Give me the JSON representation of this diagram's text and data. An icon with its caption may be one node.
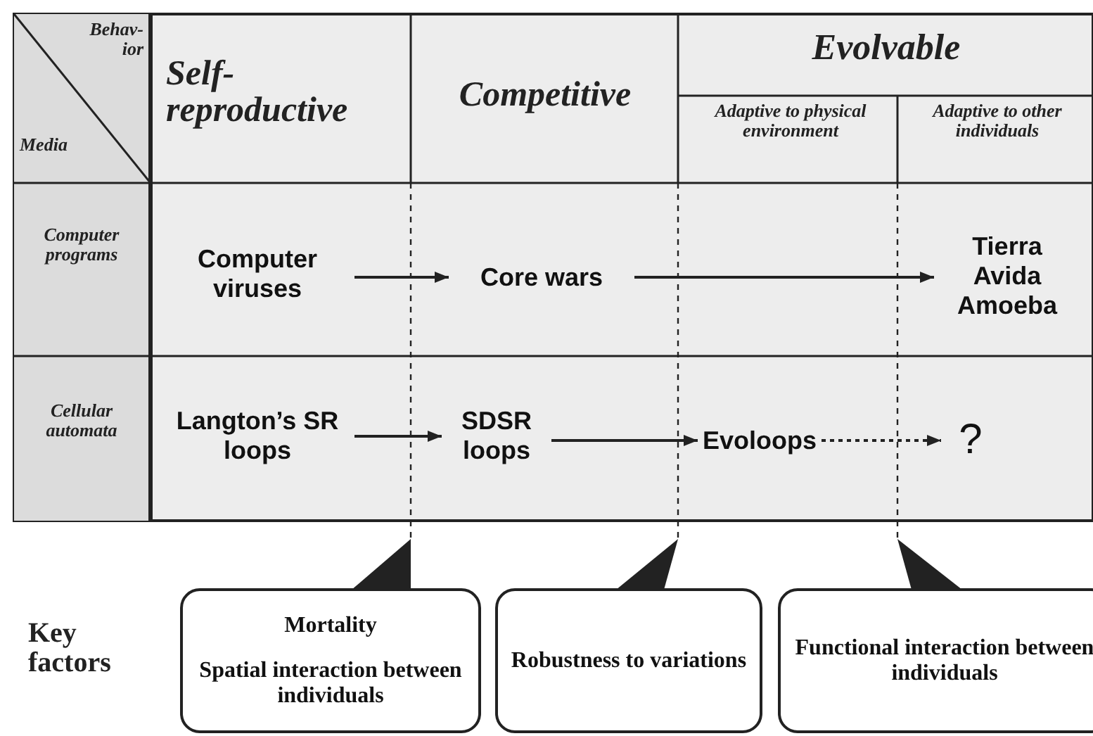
{
  "diagram": {
    "nodes": [
      {
        "text": [
          "Computer viruses"
        ]
      },
      {
        "text": [
          "Core wars"
        ]
      },
      {
        "text": [
          "Tierra Avida Amoeba"
        ]
      },
      {
        "text": [
          "Langton’s SR loops"
        ]
      },
      {
        "text": [
          "SDSR loops"
        ]
      },
      {
        "text": [
          "Evoloops"
        ]
      },
      {
        "text": [
          "?"
        ]
      },
      {
        "text": [
          "Mortality",
          "Spatial interaction between individuals"
        ]
      },
      {
        "text": [
          "Robustness to variations"
        ]
      },
      {
        "text": [
          "Functional interaction between individuals"
        ]
      }
    ],
    "edges": [
      {
        "from": 0,
        "to": 1,
        "arrow": "to"
      },
      {
        "from": 1,
        "to": 2,
        "arrow": "to"
      },
      {
        "from": 3,
        "to": 4,
        "arrow": "to"
      },
      {
        "from": 4,
        "to": 5,
        "arrow": "to"
      },
      {
        "from": 5,
        "to": 6,
        "arrow": "to",
        "style": "dashed"
      }
    ],
    "labels": [
      "Behav-ior",
      "Media",
      "Self-reproductive",
      "Competitive",
      "Evolvable",
      "Adaptive to physical environment",
      "Adaptive to other individuals",
      "Computer programs",
      "Cellular automata",
      "Key factors"
    ]
  }
}
